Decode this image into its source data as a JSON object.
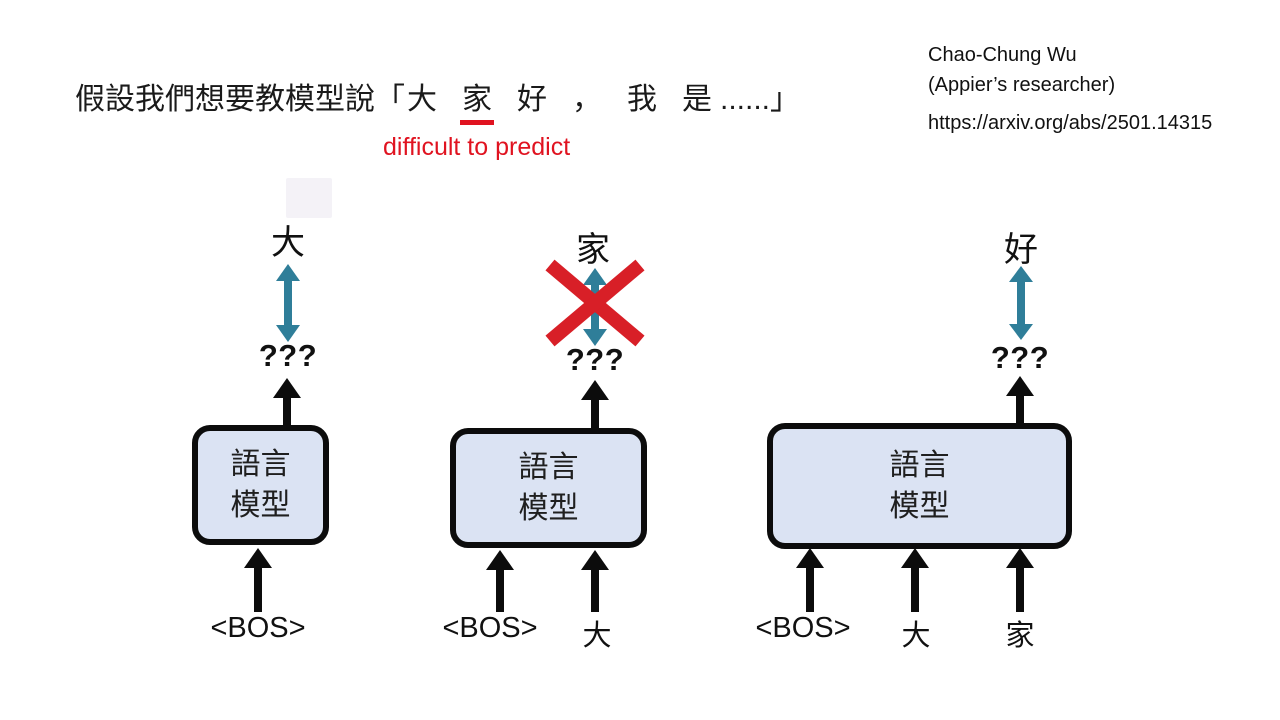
{
  "colors": {
    "red": "#e01320",
    "teal": "#2f7e99",
    "box_fill": "#dbe3f3",
    "box_border": "#0c0c0c",
    "text": "#161616"
  },
  "header": {
    "title_prefix": "假設我們想要教模型說「",
    "title_tokens": [
      "大",
      "家",
      "好",
      "，",
      "我",
      "是"
    ],
    "title_suffix": "......」",
    "underlined_token": "家",
    "annotation": "difficult to predict",
    "author_line1": "Chao-Chung Wu",
    "author_line2": "(Appier’s researcher)",
    "link": "https://arxiv.org/abs/2501.14315"
  },
  "diagrams": [
    {
      "target": "大",
      "question": "???",
      "model_lines": [
        "語言",
        "模型"
      ],
      "inputs": [
        "<BOS>"
      ],
      "crossed_out": false
    },
    {
      "target": "家",
      "question": "???",
      "model_lines": [
        "語言",
        "模型"
      ],
      "inputs": [
        "<BOS>",
        "大"
      ],
      "crossed_out": true
    },
    {
      "target": "好",
      "question": "???",
      "model_lines": [
        "語言",
        "模型"
      ],
      "inputs": [
        "<BOS>",
        "大",
        "家"
      ],
      "crossed_out": false
    }
  ]
}
